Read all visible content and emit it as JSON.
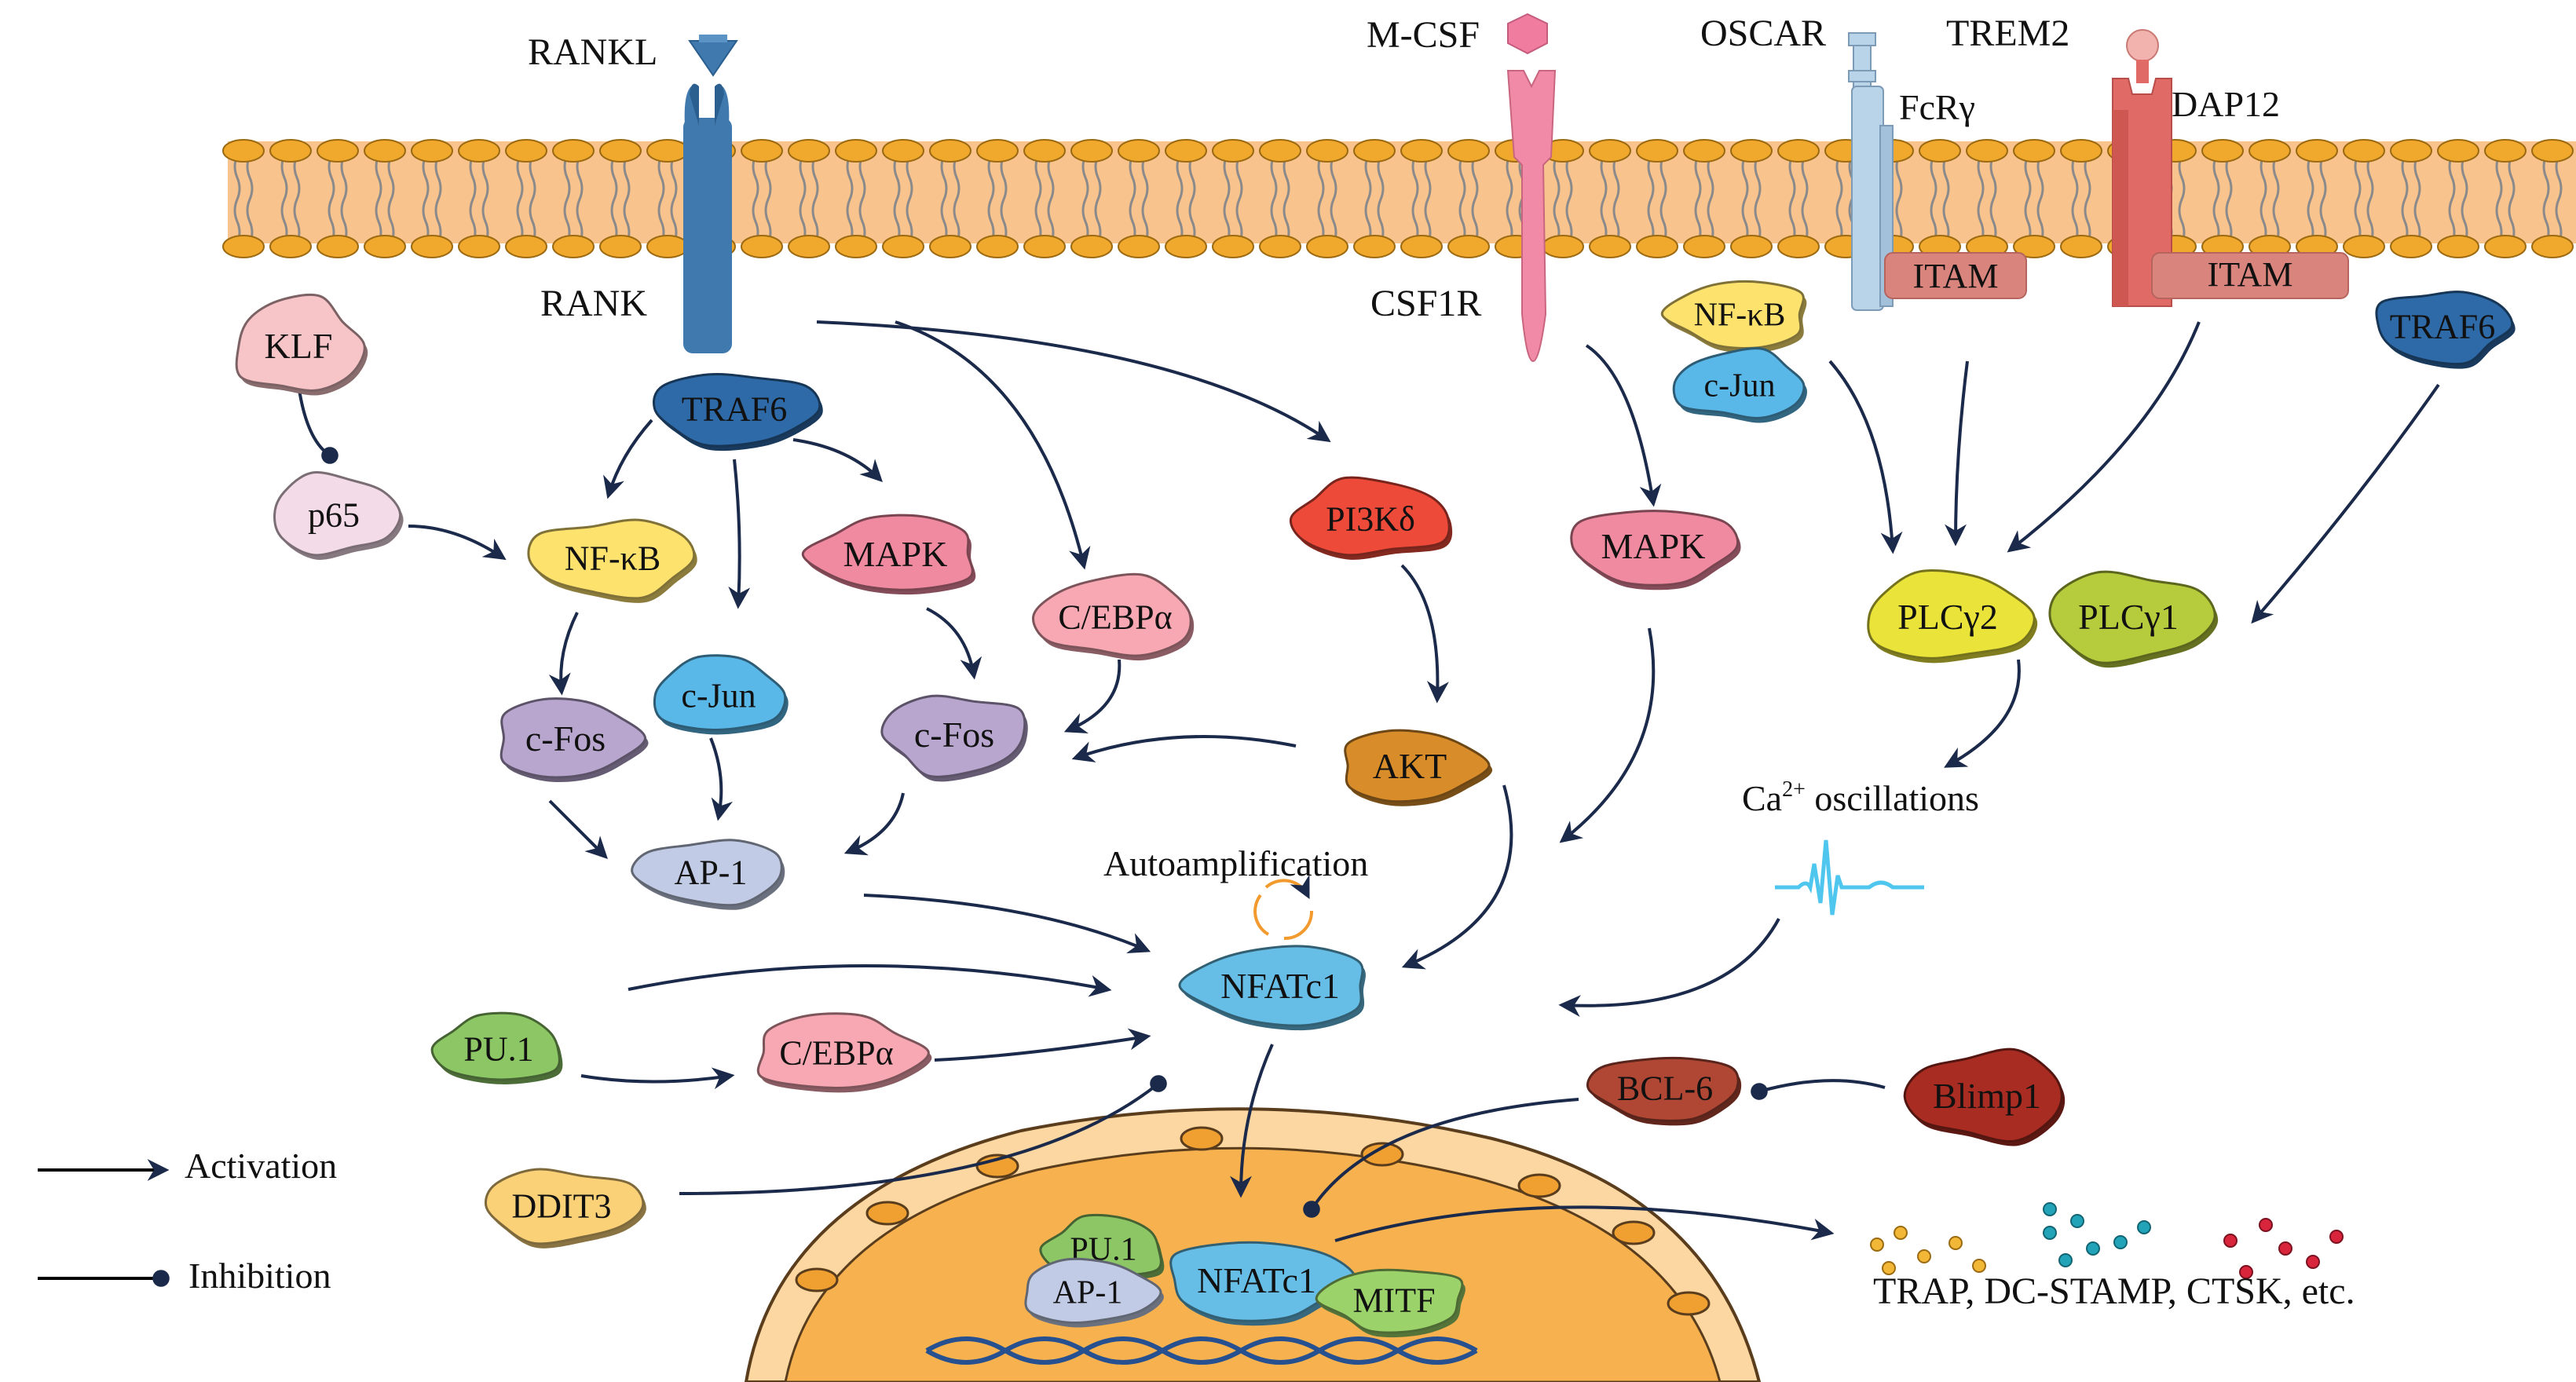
{
  "labels": {
    "rankl": "RANKL",
    "rank": "RANK",
    "mcsf": "M-CSF",
    "csf1r": "CSF1R",
    "oscar": "OSCAR",
    "fcrg": "FcRγ",
    "trem2": "TREM2",
    "dap12": "DAP12",
    "itam1": "ITAM",
    "itam2": "ITAM",
    "autoamp": "Autoamplification",
    "ca_base": "Ca",
    "ca_sup": "2+",
    "ca_rest": " oscillations",
    "products": "TRAP, DC-STAMP, CTSK, etc.",
    "legend_act": "Activation",
    "legend_inh": "Inhibition"
  },
  "proteins": {
    "klf": "KLF",
    "p65": "p65",
    "traf6": "TRAF6",
    "nfkb": "NF-κB",
    "mapk": "MAPK",
    "cjun": "c-Jun",
    "cfos_left": "c-Fos",
    "cfos_mid": "c-Fos",
    "ap1": "AP-1",
    "cebpa_top": "C/EBPα",
    "pi3k": "PI3Kδ",
    "akt": "AKT",
    "mapk2": "MAPK",
    "nfkb2": "NF-κB",
    "cjun2": "c-Jun",
    "plcg2": "PLCγ2",
    "plcg1": "PLCγ1",
    "traf6_2": "TRAF6",
    "nfatc1": "NFATc1",
    "pu1": "PU.1",
    "cebpa_low": "C/EBPα",
    "ddit3": "DDIT3",
    "bcl6": "BCL-6",
    "blimp1": "Blimp1",
    "pu1_n": "PU.1",
    "ap1_n": "AP-1",
    "nfatc1_n": "NFATc1",
    "mitf_n": "MITF"
  },
  "colors": {
    "membrane": "#f9c38e",
    "lipid_head": "#f0a92c",
    "arrow": "#1b2a4a",
    "nucleus": "#f7b24f",
    "nucleus_ring": "#fcd7a1",
    "dna": "#26508f",
    "rank": "#3f79ad",
    "csf1r": "#f08aa6",
    "oscar": "#b9d3e8",
    "trem2": "#e06a66",
    "itam": "#d9847c",
    "nfkb": "#fde26e",
    "cjun": "#5ab8e8",
    "cfos": "#b8a6cf",
    "ap1": "#c2cbe6",
    "mapk": "#f08aa0",
    "cebpa": "#f7a8b3",
    "pi3k": "#ee4a3a",
    "akt": "#d98d2a",
    "plcg2": "#e9e33a",
    "plcg1": "#b7cc3c",
    "traf6": "#2e6aa8",
    "nfatc1": "#66bde5",
    "pu1": "#8cc665",
    "ddit3": "#fbd178",
    "bcl6": "#b04735",
    "blimp1": "#a82c22",
    "mitf": "#9bd36a",
    "klf": "#f7c4c8",
    "p65": "#f3dbe7",
    "ca_wave": "#4fc6ee"
  }
}
